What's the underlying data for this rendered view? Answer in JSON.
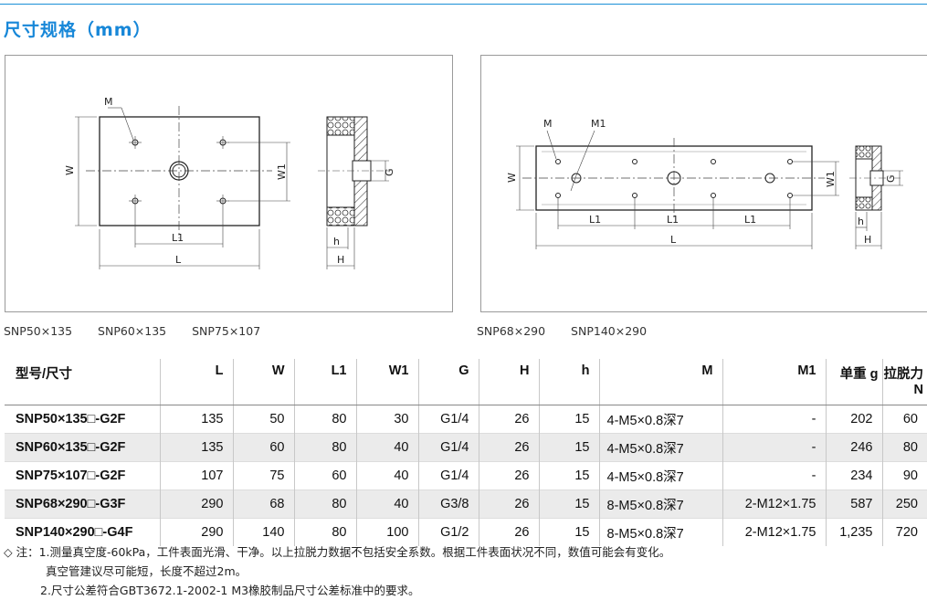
{
  "title": "尺寸规格（mm）",
  "left_panel": {
    "models": [
      "SNP50×135",
      "SNP60×135",
      "SNP75×107"
    ]
  },
  "right_panel": {
    "models": [
      "SNP68×290",
      "SNP140×290"
    ]
  },
  "drawing_labels": {
    "M": "M",
    "M1": "M1",
    "W": "W",
    "W1": "W1",
    "L": "L",
    "L1": "L1",
    "G": "G",
    "h": "h",
    "H": "H"
  },
  "table": {
    "headers": [
      "型号/尺寸",
      "L",
      "W",
      "L1",
      "W1",
      "G",
      "H",
      "h",
      "M",
      "M1",
      "单重 g",
      "拉脱力 N"
    ],
    "rows": [
      [
        "SNP50×135□-G2F",
        "135",
        "50",
        "80",
        "30",
        "G1/4",
        "26",
        "15",
        "4-M5×0.8深7",
        "-",
        "202",
        "60"
      ],
      [
        "SNP60×135□-G2F",
        "135",
        "60",
        "80",
        "40",
        "G1/4",
        "26",
        "15",
        "4-M5×0.8深7",
        "-",
        "246",
        "80"
      ],
      [
        "SNP75×107□-G2F",
        "107",
        "75",
        "60",
        "40",
        "G1/4",
        "26",
        "15",
        "4-M5×0.8深7",
        "-",
        "234",
        "90"
      ],
      [
        "SNP68×290□-G3F",
        "290",
        "68",
        "80",
        "40",
        "G3/8",
        "26",
        "15",
        "8-M5×0.8深7",
        "2-M12×1.75",
        "587",
        "250"
      ],
      [
        "SNP140×290□-G4F",
        "290",
        "140",
        "80",
        "100",
        "G1/2",
        "26",
        "15",
        "8-M5×0.8深7",
        "2-M12×1.75",
        "1,235",
        "720"
      ]
    ]
  },
  "notes": {
    "line1": "◇ 注：1.测量真空度-60kPa，工件表面光滑、干净。以上拉脱力数据不包括安全系数。根据工件表面状况不同，数值可能会有变化。",
    "line2": "真空管建议尽可能短，长度不超过2m。",
    "line3": "2.尺寸公差符合GBT3672.1-2002-1 M3橡胶制品尺寸公差标准中的要求。"
  }
}
